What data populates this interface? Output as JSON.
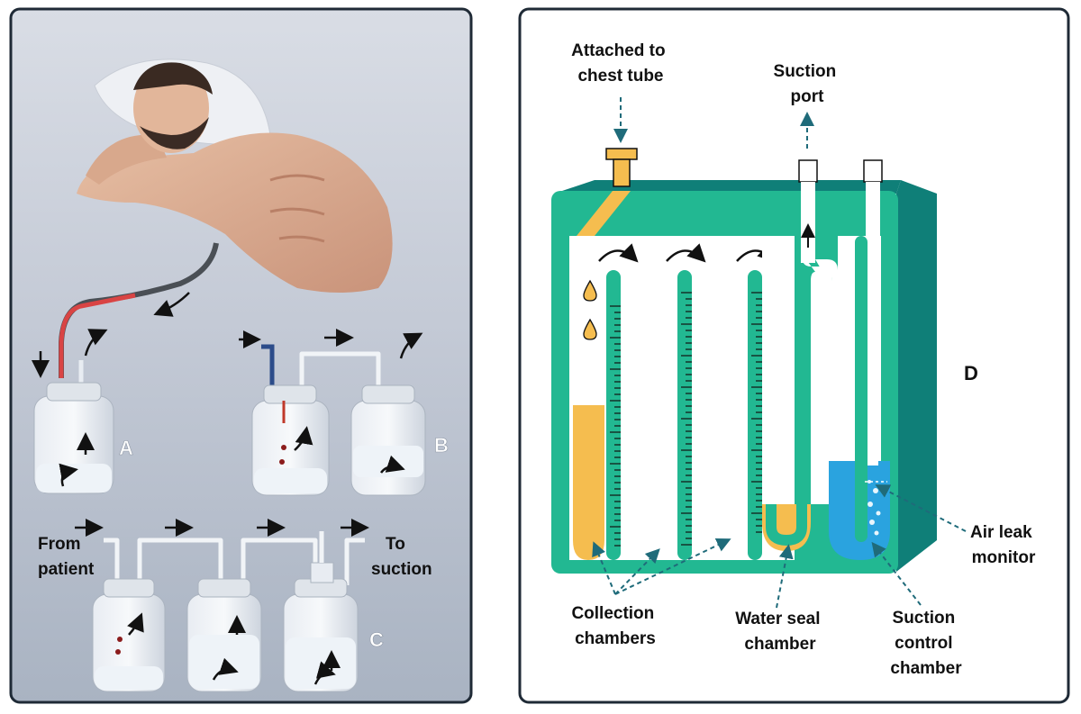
{
  "panel_left": {
    "letters": {
      "a": "A",
      "b": "B",
      "c": "C"
    },
    "from_patient": [
      "From",
      "patient"
    ],
    "to_suction": [
      "To",
      "suction"
    ]
  },
  "panel_right": {
    "letter": "D",
    "attached": [
      "Attached to",
      "chest tube"
    ],
    "suction_port": [
      "Suction",
      "port"
    ],
    "collection": [
      "Collection",
      "chambers"
    ],
    "water_seal": [
      "Water seal",
      "chamber"
    ],
    "suction_control": [
      "Suction",
      "control",
      "chamber"
    ],
    "air_leak": [
      "Air leak",
      "monitor"
    ]
  },
  "colors": {
    "unit_green": "#22b892",
    "unit_dark": "#0f7f78",
    "fluid_orange": "#f5bd4f",
    "water_blue": "#2aa3df",
    "border": "#1f2a36"
  }
}
